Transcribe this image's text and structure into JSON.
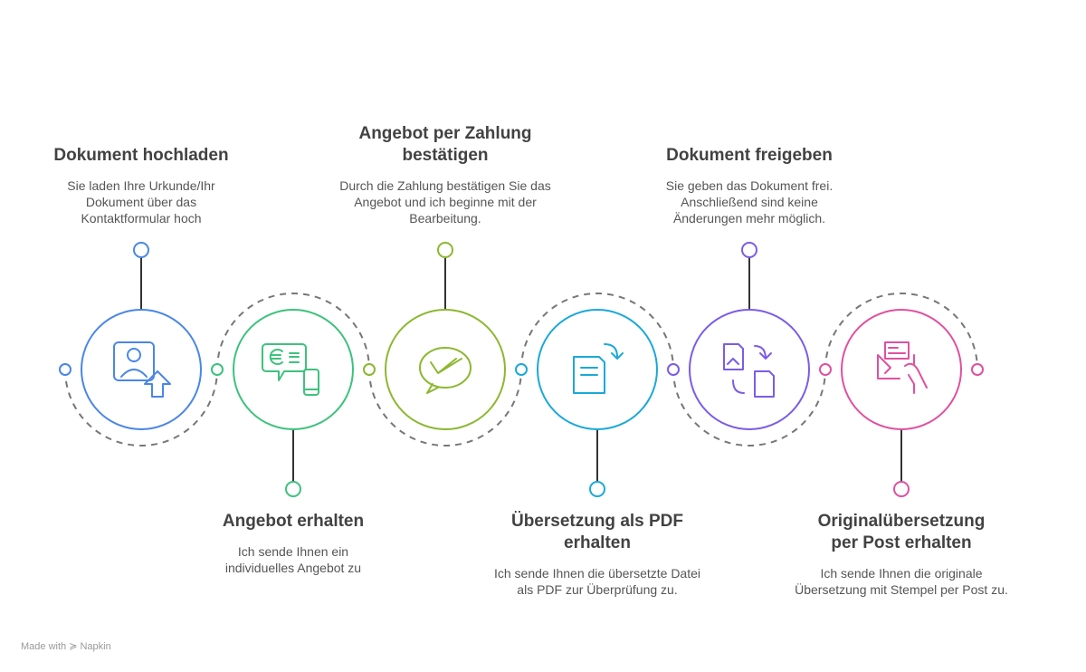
{
  "steps": [
    {
      "title": "Dokument hochladen",
      "text": "Sie laden Ihre Urkunde/Ihr Dokument über das Kontaktformular hoch",
      "color": "#4a86e8",
      "icon": "upload-user-icon"
    },
    {
      "title": "Angebot erhalten",
      "text": "Ich sende Ihnen ein individuelles Angebot zu",
      "color": "#3dc27d",
      "icon": "euro-chat-phone-icon"
    },
    {
      "title": "Angebot per Zahlung bestätigen",
      "text": "Durch die Zahlung bestätigen Sie das Angebot und ich beginne mit der Bearbeitung.",
      "color": "#8cb830",
      "icon": "chat-check-icon"
    },
    {
      "title": "Übersetzung als PDF erhalten",
      "text": "Ich sende Ihnen die übersetzte Datei als PDF zur Überprüfung zu.",
      "color": "#1aa9d9",
      "icon": "document-arrow-icon"
    },
    {
      "title": "Dokument freigeben",
      "text": "Sie geben das Dokument frei. Anschließend sind keine Änderungen mehr möglich.",
      "color": "#7b5ce8",
      "icon": "document-exchange-icon"
    },
    {
      "title": "Originalübersetzung per Post erhalten",
      "text": "Ich sende Ihnen die originale Übersetzung mit Stempel per Post zu.",
      "color": "#e0509f",
      "icon": "envelope-hand-icon"
    }
  ],
  "footer": "Made with ≽ Napkin"
}
